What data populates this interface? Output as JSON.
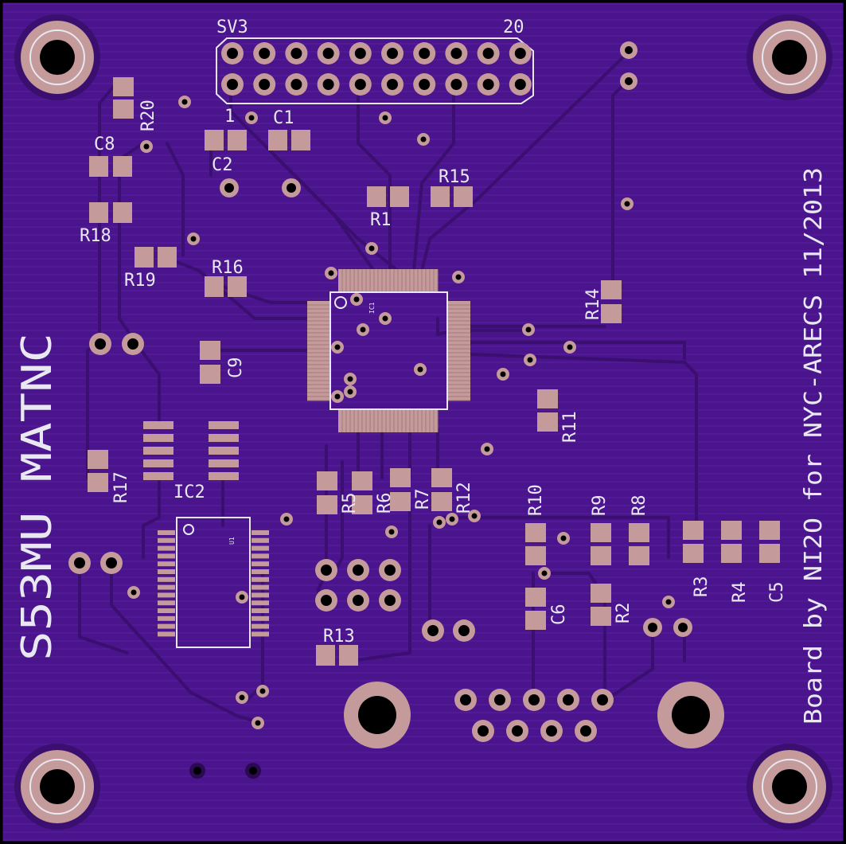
{
  "board": {
    "colors": {
      "substrate": "#4a148c",
      "hatch": "#5a20a0",
      "copper": "#c49a9a",
      "silkscreen": "#e8e8f0",
      "trace": "#3a0f70",
      "outline": "#000000"
    },
    "title": "S53MU MATNC",
    "credit": "Board by NI2O for NYC-ARECS 11/2013",
    "header": {
      "name": "SV3",
      "pin_first": "1",
      "pin_last": "20"
    },
    "chips": {
      "ic1": "IC1",
      "ic2": "IC2",
      "u1": "U1"
    },
    "labels": {
      "r1": "R1",
      "r2": "R2",
      "r3": "R3",
      "r4": "R4",
      "r5": "R5",
      "r6": "R6",
      "r7": "R7",
      "r8": "R8",
      "r9": "R9",
      "r10": "R10",
      "r11": "R11",
      "r12": "R12",
      "r13": "R13",
      "r14": "R14",
      "r15": "R15",
      "r16": "R16",
      "r17": "R17",
      "r18": "R18",
      "r19": "R19",
      "r20": "R20",
      "c1": "C1",
      "c2": "C2",
      "c5": "C5",
      "c6": "C6",
      "c8": "C8",
      "c9": "C9"
    }
  }
}
